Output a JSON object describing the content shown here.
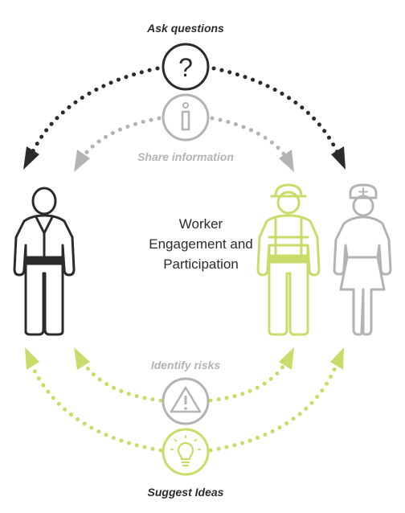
{
  "labels": {
    "ask_questions": "Ask questions",
    "share_information": "Share information",
    "identify_risks": "Identify risks",
    "suggest_ideas": "Suggest Ideas"
  },
  "center_title": {
    "line1": "Worker",
    "line2": "Engagement and",
    "line3": "Participation"
  },
  "icons": {
    "ask": "question-mark",
    "share": "info",
    "risk": "warning",
    "idea": "lightbulb"
  },
  "figures": [
    "worker",
    "construction-worker",
    "nurse"
  ],
  "colors": {
    "dark": "#2b2b2b",
    "gray": "#b3b3b3",
    "lime": "#c9dc6a"
  }
}
